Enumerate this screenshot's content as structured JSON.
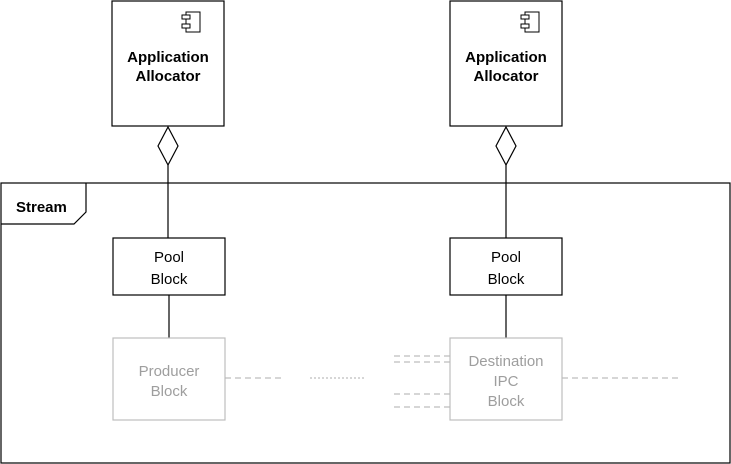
{
  "components": [
    {
      "line1": "Application",
      "line2": "Allocator",
      "icon": "uml-component-icon"
    },
    {
      "line1": "Application",
      "line2": "Allocator",
      "icon": "uml-component-icon"
    }
  ],
  "frame": {
    "label": "Stream"
  },
  "pool_blocks": [
    {
      "line1": "Pool",
      "line2": "Block"
    },
    {
      "line1": "Pool",
      "line2": "Block"
    }
  ],
  "producer_block": {
    "line1": "Producer",
    "line2": "Block"
  },
  "destination_block": {
    "line1": "Destination",
    "line2": "IPC",
    "line3": "Block"
  },
  "colors": {
    "stroke": "#000000",
    "faded": "#bdbdbd",
    "faded_text": "#9e9e9e",
    "background": "#ffffff"
  }
}
